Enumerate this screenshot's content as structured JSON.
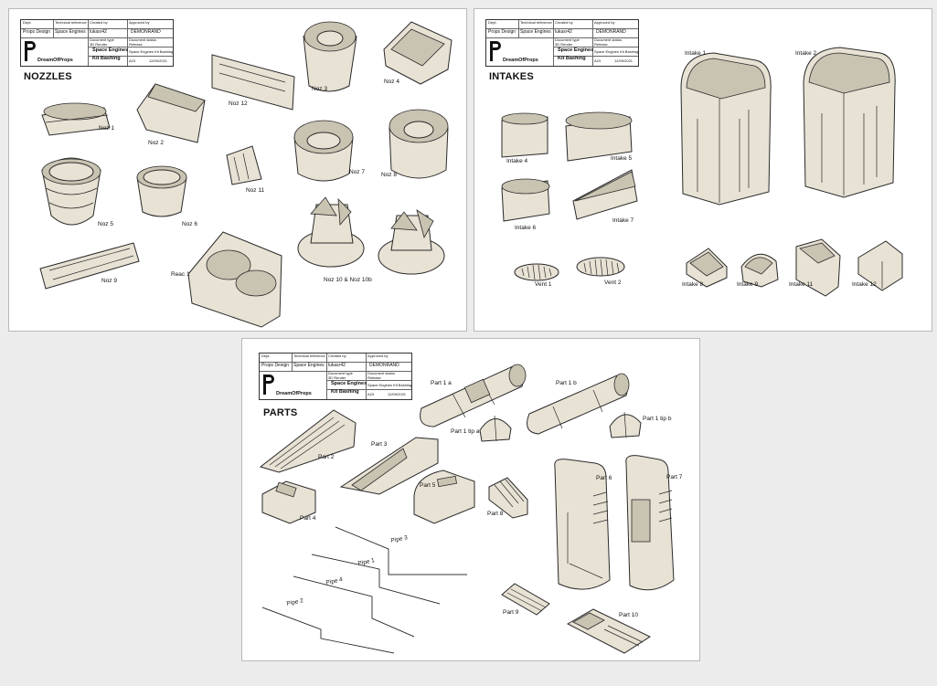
{
  "title_block": {
    "header_fields": [
      "Dept.",
      "Technical reference",
      "Created by",
      "Approved by"
    ],
    "dept": "Props Design",
    "tech_ref": "Space Engines",
    "created_by": "lukasr42",
    "approved_by": "DEMONRAND",
    "doc_type_label": "Document type",
    "doc_type": "3D Render",
    "doc_status_label": "Document status",
    "doc_status": "Release",
    "title": "Space Engines",
    "subtitle": "Kit Bashing",
    "description": "Space Engines Kit Bashing",
    "brand": "DreamOfProps",
    "rev": "A23",
    "date": "12/09/2021"
  },
  "sheets": [
    {
      "heading": "NOZZLES",
      "labels": [
        "Noz 1",
        "Noz 2",
        "Noz 3",
        "Noz 4",
        "Noz 5",
        "Noz 6",
        "Noz 7",
        "Noz 8",
        "Noz 9",
        "Noz 10 & Noz 10b",
        "Noz 11",
        "Noz 12",
        "Reac 1"
      ]
    },
    {
      "heading": "INTAKES",
      "labels": [
        "Intake 1",
        "Intake 2",
        "Intake 4",
        "Intake 5",
        "Intake 6",
        "Intake 7",
        "Intake 8",
        "Intake 9",
        "Intake 11",
        "Intake 12",
        "Vent 1",
        "Vent 2"
      ]
    },
    {
      "heading": "PARTS",
      "labels": [
        "Part 1 a",
        "Part 1 b",
        "Part 1 tip a",
        "Part 1 tip b",
        "Part 2",
        "Part 3",
        "Part 4",
        "Part 5",
        "Part 6",
        "Part 7",
        "Part 8",
        "Part 9",
        "Part 10",
        "Pipe 1",
        "Pipe 2",
        "Pipe 3",
        "Pipe 4"
      ]
    }
  ]
}
